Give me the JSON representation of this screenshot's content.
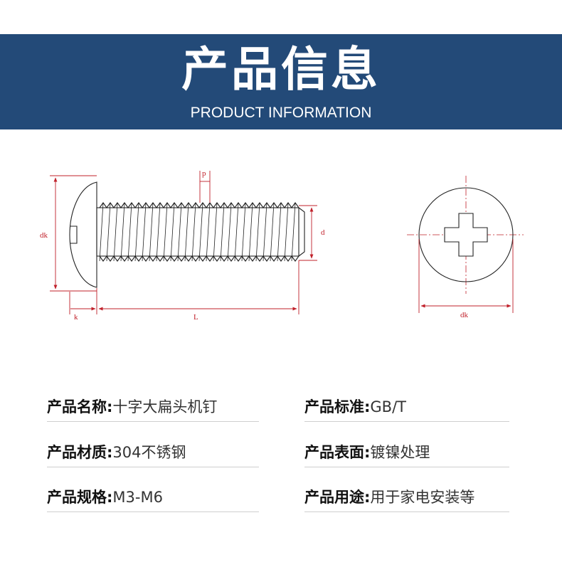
{
  "header": {
    "title": "产品信息",
    "subtitle": "PRODUCT INFORMATION"
  },
  "drawing_labels": {
    "p": "p",
    "dk_side": "dk",
    "d": "d",
    "k": "k",
    "L": "L",
    "dk_top": "dk"
  },
  "info": {
    "name": {
      "label": "产品名称:",
      "value": "十字大扁头机钉"
    },
    "standard": {
      "label": "产品标准:",
      "value": "GB/T"
    },
    "material": {
      "label": "产品材质:",
      "value": "304不锈钢"
    },
    "surface": {
      "label": "产品表面:",
      "value": "镀镍处理"
    },
    "spec": {
      "label": "产品规格:",
      "value": "M3-M6"
    },
    "usage": {
      "label": "产品用途:",
      "value": "用于家电安装等"
    }
  },
  "colors": {
    "banner": "#234a78",
    "dimension": "#c0202a",
    "outline": "#222222"
  }
}
